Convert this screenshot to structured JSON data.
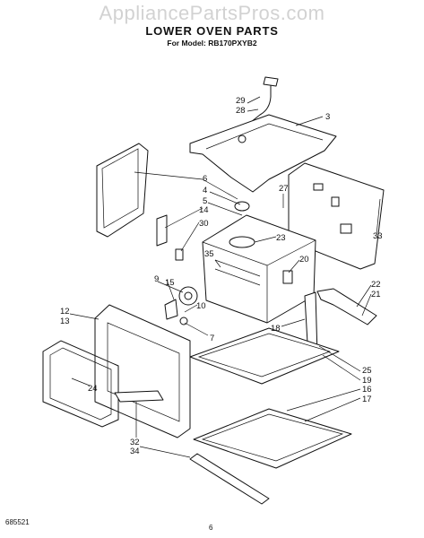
{
  "watermark": "AppliancePartsPros.com",
  "title": "LOWER OVEN PARTS",
  "subtitle": "For Model: RB170PXYB2",
  "footer": {
    "doc_number": "685521",
    "page_number": "6"
  },
  "callouts": [
    "29",
    "28",
    "3",
    "6",
    "4",
    "5",
    "14",
    "27",
    "30",
    "23",
    "35",
    "20",
    "9",
    "15",
    "10",
    "7",
    "12",
    "13",
    "18",
    "22",
    "21",
    "33",
    "25",
    "19",
    "16",
    "17",
    "24",
    "32",
    "34"
  ]
}
